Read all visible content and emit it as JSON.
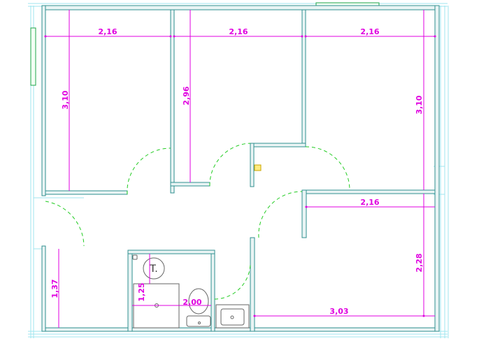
{
  "drawing": {
    "colors": {
      "wall": "#2f8f8f",
      "wall_fill": "#e9f4f4",
      "guide": "#9fe6ef",
      "dimension": "#e000e0",
      "door": "#22cc22",
      "fixture": "#666666",
      "mark": "#e6c800"
    },
    "dimensions": [
      {
        "id": "room-1-width",
        "label": "2,16"
      },
      {
        "id": "room-2-width",
        "label": "2,16"
      },
      {
        "id": "room-3-width",
        "label": "2,16"
      },
      {
        "id": "room-1-height",
        "label": "3,10"
      },
      {
        "id": "room-2-height",
        "label": "2,96"
      },
      {
        "id": "room-3-height",
        "label": "3,10"
      },
      {
        "id": "room-4-width",
        "label": "2,16"
      },
      {
        "id": "room-4-height",
        "label": "2,28"
      },
      {
        "id": "room-4-bottom-width",
        "label": "3,03"
      },
      {
        "id": "corridor-height",
        "label": "1,37"
      },
      {
        "id": "bath-height",
        "label": "1,25"
      },
      {
        "id": "bath-width",
        "label": "2,00"
      }
    ],
    "bath_tag": "T."
  }
}
